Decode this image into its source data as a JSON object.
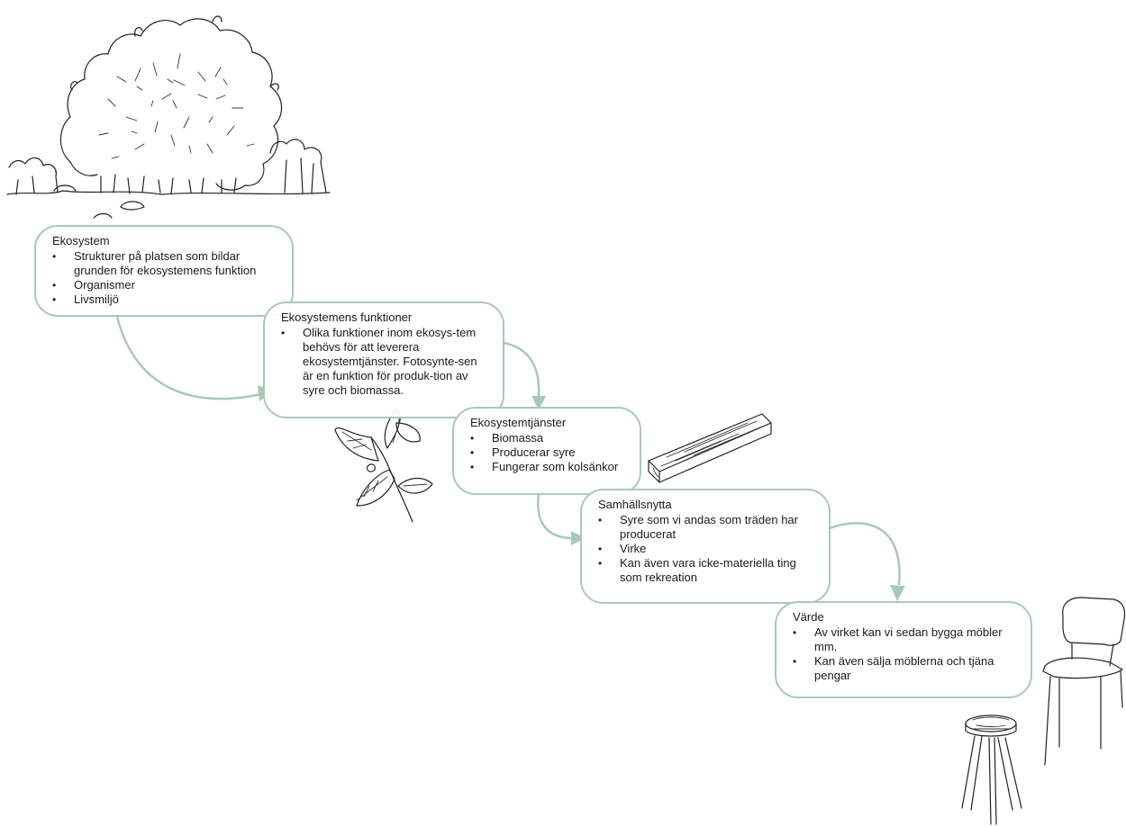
{
  "boxes": {
    "ekosystem": {
      "title": "Ekosystem",
      "items": [
        "Strukturer på platsen som bildar grunden för ekosystemens funktion",
        "Organismer",
        "Livsmiljö"
      ]
    },
    "funktioner": {
      "title": "Ekosystemens funktioner",
      "items": [
        "Olika funktioner inom ekosys-tem behövs för att leverera ekosystemtjänster. Fotosynte-sen är en funktion för produk-tion av syre och biomassa."
      ]
    },
    "tjanster": {
      "title": "Ekosystemtjänster",
      "items": [
        "Biomassa",
        "Producerar syre",
        "Fungerar som kolsänkor"
      ]
    },
    "samhallsnytta": {
      "title": "Samhällsnytta",
      "items": [
        "Syre som vi andas som träden har producerat",
        "Virke",
        "Kan även vara icke-materiella ting som rekreation"
      ]
    },
    "varde": {
      "title": "Värde",
      "items": [
        "Av virket kan vi sedan bygga möbler mm.",
        "Kan även sälja möblerna och tjäna pengar"
      ]
    }
  },
  "illustrations": [
    "tree-illustration",
    "leaf-branch-illustration",
    "wood-plank-illustration",
    "chair-illustration",
    "stool-illustration"
  ],
  "colors": {
    "box_border": "#a9c9b8",
    "arrow": "#a9c9b8",
    "text": "#1a1a1a"
  }
}
